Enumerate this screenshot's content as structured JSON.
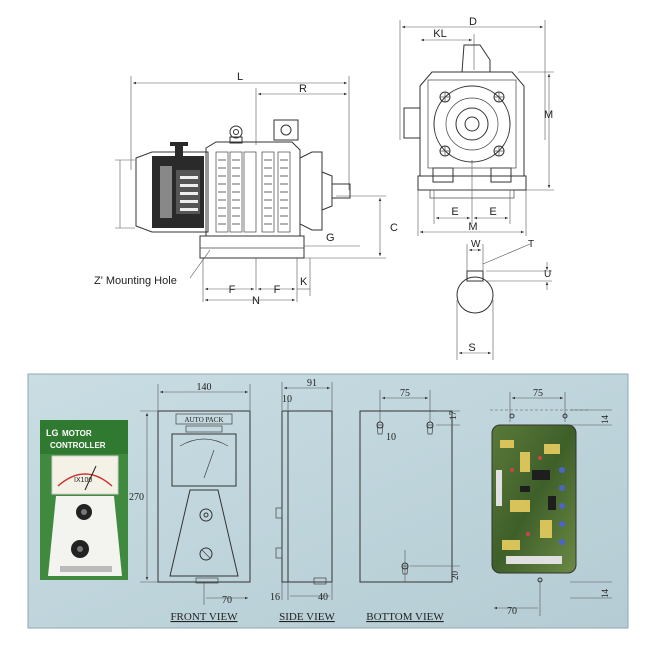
{
  "motor_drawing": {
    "labels": {
      "L": "L",
      "R": "R",
      "C": "C",
      "G": "G",
      "F_left": "F",
      "F_right": "F",
      "K": "K",
      "N": "N",
      "mounting_hole": "Z' Mounting Hole",
      "D": "D",
      "KL": "KL",
      "M_side": "M",
      "E_left": "E",
      "E_right": "E",
      "M_bottom": "M",
      "W": "W",
      "T": "T",
      "U": "U",
      "S": "S"
    }
  },
  "controller_panel": {
    "photo": {
      "brand": "LG",
      "title_line1": "MOTOR",
      "title_line2": "CONTROLLER",
      "meter_text": "IX100"
    },
    "front_view": {
      "caption": "FRONT VIEW",
      "nameplate": "AUTO PACK",
      "width": "140",
      "height": "270",
      "bottom": "70"
    },
    "side_view": {
      "caption": "SIDE VIEW",
      "depth": "91",
      "top_offset": "10",
      "bottom_left": "16",
      "bottom_right": "40"
    },
    "bottom_view": {
      "caption": "BOTTOM VIEW",
      "width": "75",
      "hole": "10",
      "top": "17",
      "bottom": "20"
    },
    "board_view": {
      "width": "75",
      "top_right": "14",
      "bottom_right": "14",
      "bottom": "70"
    }
  }
}
